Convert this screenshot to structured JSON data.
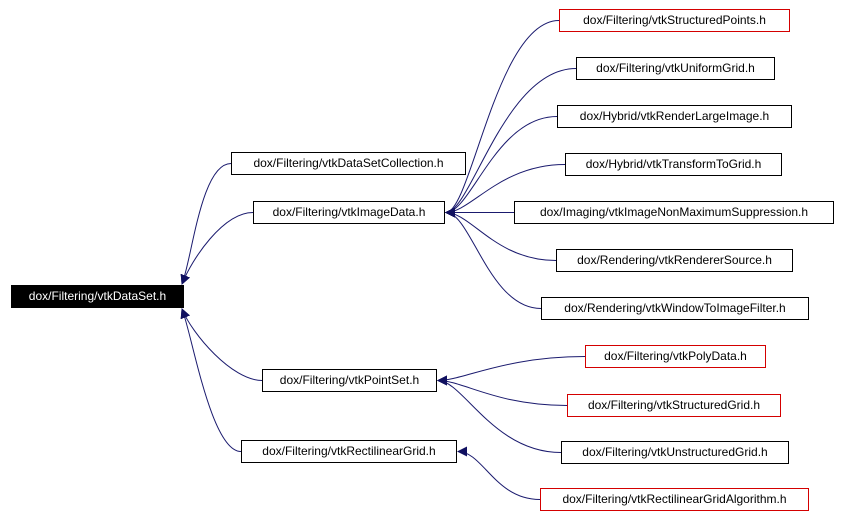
{
  "colors": {
    "edge": "#1a1a6e",
    "arrowhead": "#101060",
    "node_border": "#000000",
    "node_border_red": "#d40000",
    "root_fill": "#000000",
    "root_text": "#ffffff"
  },
  "nodes": {
    "root": "dox/Filtering/vtkDataSet.h",
    "dataset_collection": "dox/Filtering/vtkDataSetCollection.h",
    "image_data": "dox/Filtering/vtkImageData.h",
    "point_set": "dox/Filtering/vtkPointSet.h",
    "rectilinear_grid": "dox/Filtering/vtkRectilinearGrid.h",
    "structured_points": "dox/Filtering/vtkStructuredPoints.h",
    "uniform_grid": "dox/Filtering/vtkUniformGrid.h",
    "render_large_image": "dox/Hybrid/vtkRenderLargeImage.h",
    "transform_to_grid": "dox/Hybrid/vtkTransformToGrid.h",
    "image_non_max": "dox/Imaging/vtkImageNonMaximumSuppression.h",
    "renderer_source": "dox/Rendering/vtkRendererSource.h",
    "window_to_image": "dox/Rendering/vtkWindowToImageFilter.h",
    "poly_data": "dox/Filtering/vtkPolyData.h",
    "structured_grid": "dox/Filtering/vtkStructuredGrid.h",
    "unstructured_grid": "dox/Filtering/vtkUnstructuredGrid.h",
    "rectilinear_grid_algorithm": "dox/Filtering/vtkRectilinearGridAlgorithm.h"
  }
}
